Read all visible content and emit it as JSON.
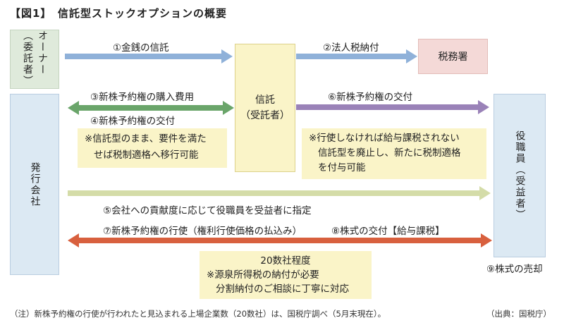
{
  "title": "【図1】　信託型ストックオプションの概要",
  "boxes": {
    "owner": "オーナー（委託者）",
    "issuer": "発行会社",
    "trust_line1": "信託",
    "trust_line2": "（受託者）",
    "tax_office": "税務署",
    "officers": "役職員（受益者）"
  },
  "labels": {
    "l1": "①金銭の信託",
    "l2": "②法人税納付",
    "l3": "③新株予約権の購入費用",
    "l4": "④新株予約権の交付",
    "l5": "⑤会社への貢献度に応じて役職員を受益者に指定",
    "l6": "⑥新株予約権の交付",
    "l7": "⑦新株予約権の行使（権利行使価格の払込み）",
    "l8": "⑧株式の交付【給与課税】",
    "l9": "⑨株式の売却"
  },
  "notes": {
    "left": [
      "※信託型のまま、要件を満た",
      "せば税制適格へ移行可能"
    ],
    "right": [
      "※行使しなければ給与課税されない",
      "信託型を廃止し、新たに税制適格",
      "を付与可能"
    ],
    "bottom": [
      "20数社程度",
      "※源泉所得税の納付が必要",
      "分割納付のご相談に丁寧に対応"
    ]
  },
  "footer": {
    "note": "（注）新株予約権の行使が行われたと見込まれる上場企業数（20数社）は、国税庁調べ（5月末現在）。",
    "source": "（出典：国税庁）"
  },
  "colors": {
    "blue_arrow": "#8fb1d9",
    "green_arrow": "#6aa56a",
    "purple_arrow": "#9a82b8",
    "olive_arrow": "#d4dca8",
    "red_arrow": "#d8603e"
  }
}
